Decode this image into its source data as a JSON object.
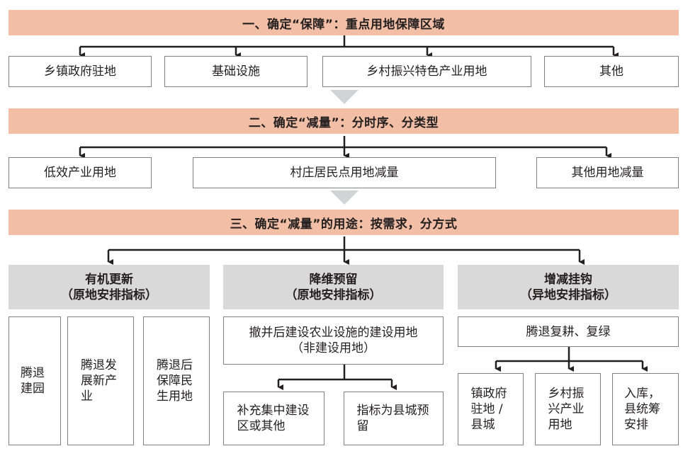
{
  "colors": {
    "band": "#f2bea5",
    "group_header": "#d9d9d9",
    "border": "#808285",
    "arrow": "#d1d3d4"
  },
  "step1": {
    "title": "一、确定“保障”：重点用地保障区域",
    "items": [
      "乡镇政府驻地",
      "基础设施",
      "乡村振兴特色产业用地",
      "其他"
    ]
  },
  "step2": {
    "title": "二、确定“减量”：分时序、分类型",
    "items": [
      "低效产业用地",
      "村庄居民点用地减量",
      "其他用地减量"
    ]
  },
  "step3": {
    "title": "三、确定“减量”的用途：按需求，分方式",
    "groups": [
      {
        "name": "有机更新",
        "sub": "（原地安排指标）",
        "children": [
          "腾退建园",
          "腾退发展新产业",
          "腾退后保障民生用地"
        ]
      },
      {
        "name": "降维预留",
        "sub": "（原地安排指标）",
        "detail": "撤并后建设农业设施的建设用地",
        "detail_sub": "（非建设用地）",
        "children": [
          "补充集中建设区或其他",
          "指标为县城预留"
        ]
      },
      {
        "name": "增减挂钩",
        "sub": "（异地安排指标）",
        "detail": "腾退复耕、复绿",
        "children": [
          "镇政府驻地 / 县城",
          "乡村振兴产业用地",
          "入库，县统筹安排"
        ]
      }
    ]
  }
}
